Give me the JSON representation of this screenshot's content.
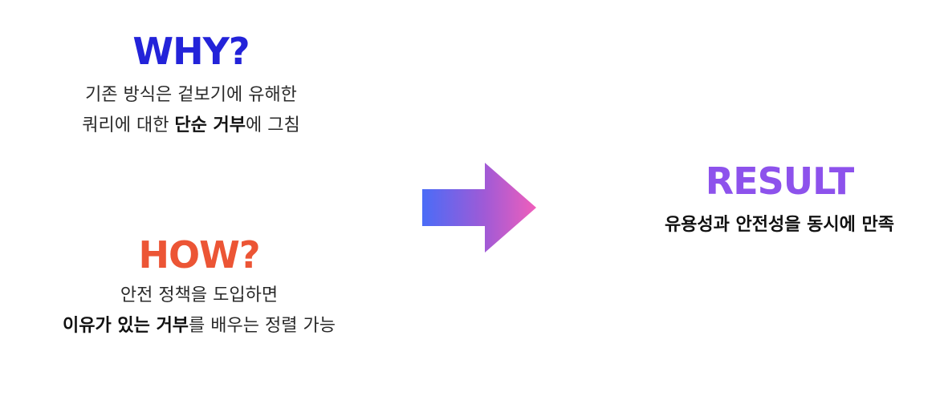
{
  "why": {
    "title": "WHY?",
    "line1": "기존 방식은 겉보기에 유해한",
    "line2_prefix": "쿼리에 대한 ",
    "line2_bold": "단순 거부",
    "line2_suffix": "에 그침"
  },
  "how": {
    "title": "HOW?",
    "line1": "안전 정책을 도입하면",
    "line2_bold": "이유가 있는 거부",
    "line2_suffix": "를 배우는 정렬 가능"
  },
  "result": {
    "title": "RESULT",
    "line1": "유용성과 안전성을 동시에 만족"
  },
  "arrow": {
    "icon": "right-arrow-icon",
    "gradient_start": "#4a6cf7",
    "gradient_mid": "#a05ad6",
    "gradient_end": "#f05fbb"
  },
  "colors": {
    "why": "#2323d9",
    "how": "#ec5535",
    "result": "#8d52ec"
  }
}
